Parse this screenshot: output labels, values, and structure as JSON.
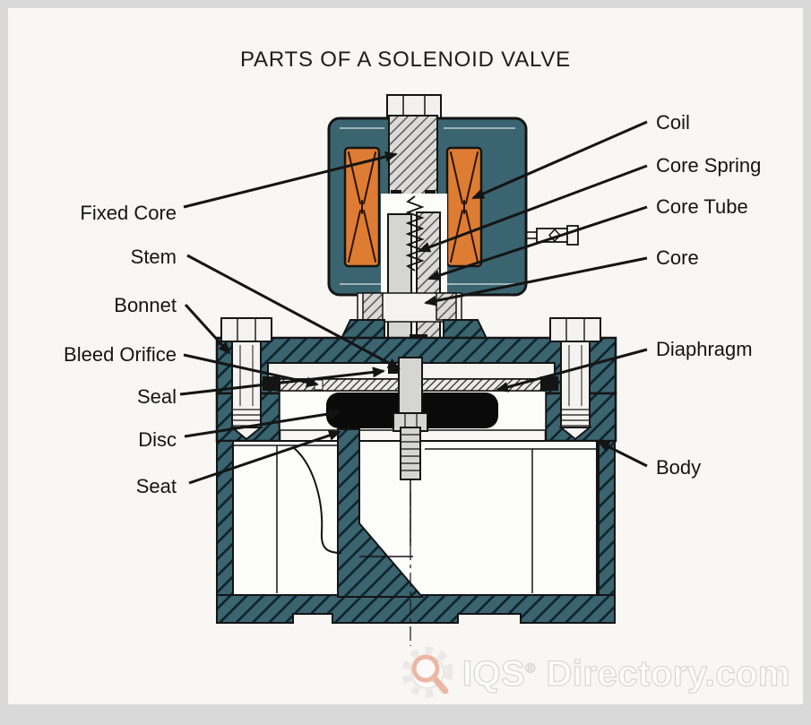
{
  "title": "PARTS OF A SOLENOID VALVE",
  "diagram": {
    "subject": "Solenoid valve cross-section",
    "left_labels": [
      {
        "text": "Fixed Core"
      },
      {
        "text": "Stem"
      },
      {
        "text": "Bonnet"
      },
      {
        "text": "Bleed Orifice"
      },
      {
        "text": "Seal"
      },
      {
        "text": "Disc"
      },
      {
        "text": "Seat"
      }
    ],
    "right_labels": [
      {
        "text": "Coil"
      },
      {
        "text": "Core Spring"
      },
      {
        "text": "Core Tube"
      },
      {
        "text": "Core"
      },
      {
        "text": "Diaphragm"
      },
      {
        "text": "Body"
      }
    ]
  },
  "watermark": {
    "brand": "IQS",
    "registered": "®",
    "suffix": "Directory.com",
    "icon": "gear-magnifier-icon",
    "magnifier_color": "#EBB7A3"
  },
  "colors": {
    "housing_teal": "#3A6470",
    "coil_orange": "#DF7C33",
    "metal_gray": "#DCDBD9",
    "chamber_white": "#FCFCFB",
    "ink": "#141414",
    "background": "#F8F7F4",
    "frame_gray": "#D9D9D9"
  }
}
